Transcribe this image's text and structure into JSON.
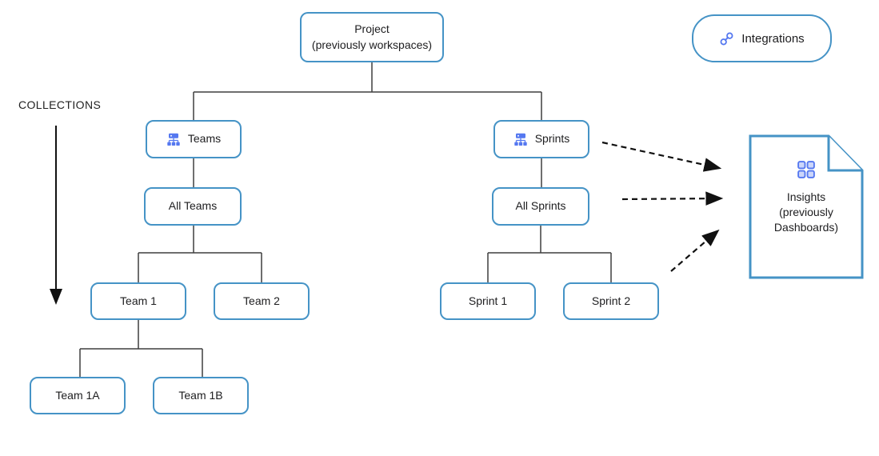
{
  "labels": {
    "collections": "COLLECTIONS"
  },
  "nodes": {
    "project": {
      "line1": "Project",
      "line2": "(previously workspaces)"
    },
    "integrations": {
      "label": "Integrations",
      "icon": "link-icon"
    },
    "teams": {
      "label": "Teams",
      "icon": "sitemap-icon"
    },
    "sprints": {
      "label": "Sprints",
      "icon": "sitemap-icon"
    },
    "all_teams": {
      "label": "All Teams"
    },
    "all_sprints": {
      "label": "All Sprints"
    },
    "team_1": {
      "label": "Team 1"
    },
    "team_2": {
      "label": "Team 2"
    },
    "team_1a": {
      "label": "Team 1A"
    },
    "team_1b": {
      "label": "Team 1B"
    },
    "sprint_1": {
      "label": "Sprint 1"
    },
    "sprint_2": {
      "label": "Sprint 2"
    },
    "insights": {
      "line1": "Insights",
      "line2": "(previously",
      "line3": "Dashboards)",
      "icon": "dashboard-grid-icon"
    }
  },
  "edges": [
    {
      "from": "project",
      "to": "teams",
      "style": "solid"
    },
    {
      "from": "project",
      "to": "sprints",
      "style": "solid"
    },
    {
      "from": "teams",
      "to": "all_teams",
      "style": "solid"
    },
    {
      "from": "all_teams",
      "to": "team_1",
      "style": "solid"
    },
    {
      "from": "all_teams",
      "to": "team_2",
      "style": "solid"
    },
    {
      "from": "team_1",
      "to": "team_1a",
      "style": "solid"
    },
    {
      "from": "team_1",
      "to": "team_1b",
      "style": "solid"
    },
    {
      "from": "sprints",
      "to": "all_sprints",
      "style": "solid"
    },
    {
      "from": "all_sprints",
      "to": "sprint_1",
      "style": "solid"
    },
    {
      "from": "all_sprints",
      "to": "sprint_2",
      "style": "solid"
    },
    {
      "from": "sprints",
      "to": "insights",
      "style": "dashed-arrow"
    },
    {
      "from": "all_sprints",
      "to": "insights",
      "style": "dashed-arrow"
    },
    {
      "from": "sprint_2",
      "to": "insights",
      "style": "dashed-arrow"
    },
    {
      "from": "collections_label",
      "to": "team_1a_level",
      "style": "solid-arrow-down"
    }
  ],
  "colors": {
    "box_border": "#4593C6",
    "icon_blue": "#5578F0",
    "connector": "#3f3f3f",
    "arrow": "#111111",
    "text": "#1d1d1f",
    "background": "#ffffff"
  }
}
